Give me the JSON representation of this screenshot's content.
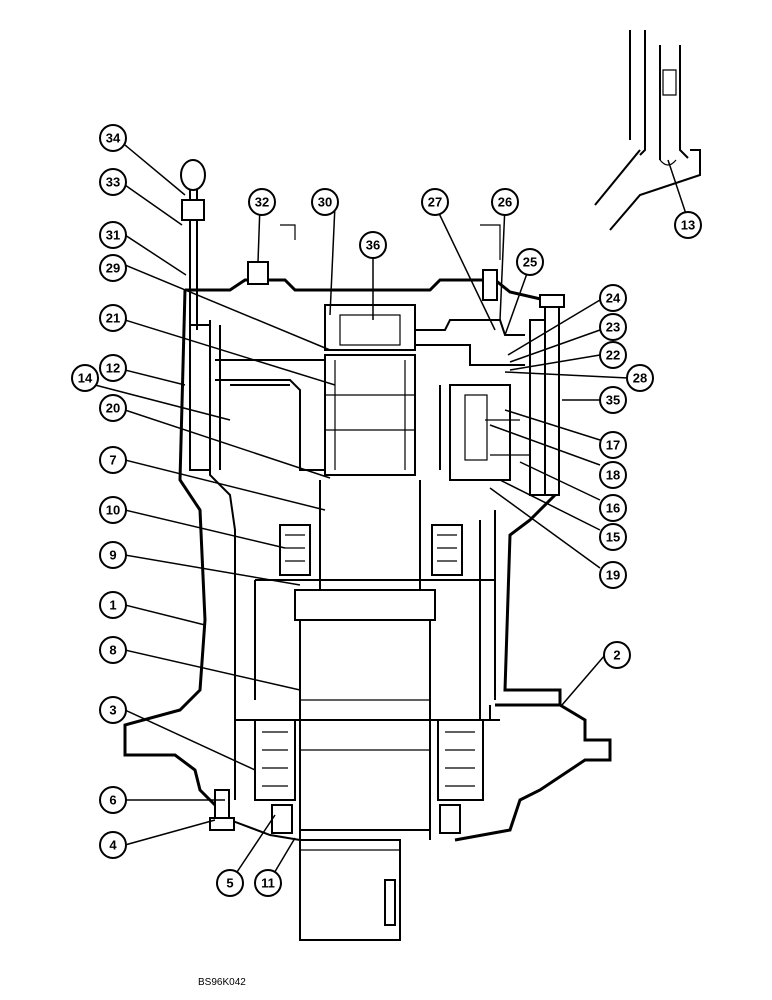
{
  "figure_code": "BS96K042",
  "callouts": [
    "1",
    "2",
    "3",
    "4",
    "5",
    "6",
    "7",
    "8",
    "9",
    "10",
    "11",
    "12",
    "13",
    "14",
    "15",
    "16",
    "17",
    "18",
    "19",
    "20",
    "21",
    "22",
    "23",
    "24",
    "25",
    "26",
    "27",
    "28",
    "29",
    "30",
    "31",
    "32",
    "33",
    "34",
    "35",
    "36"
  ]
}
